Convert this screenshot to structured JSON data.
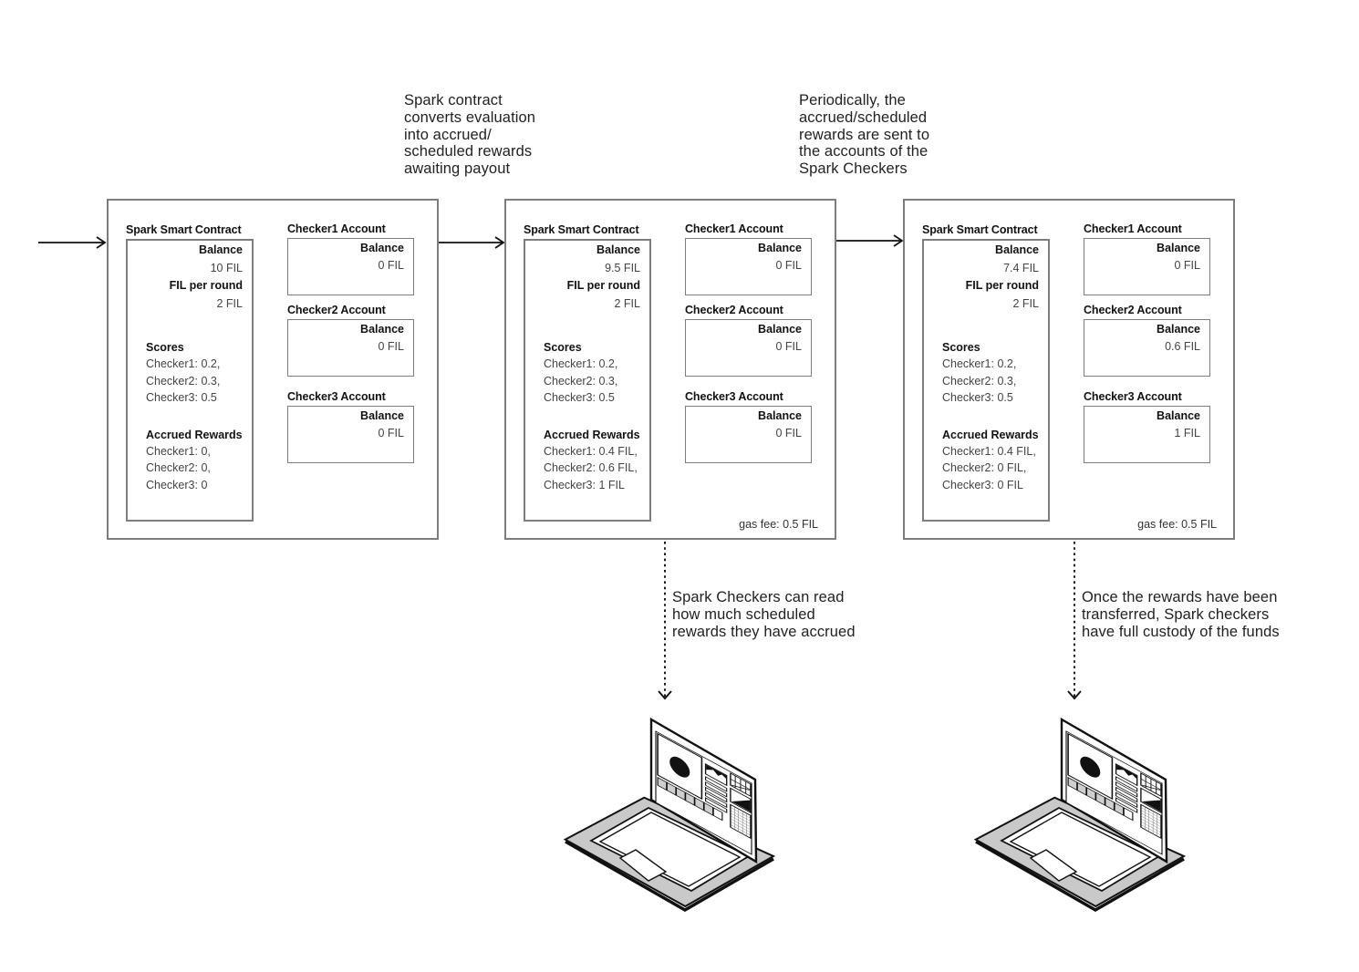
{
  "captions": {
    "step1": "Spark contract\nconverts evaluation\ninto accrued/\nscheduled rewards\nawaiting payout",
    "step2": "Periodically, the\naccrued/scheduled\nrewards are sent to\nthe accounts of the\nSpark Checkers",
    "read": "Spark Checkers can read\nhow much scheduled\nrewards they have accrued",
    "custody": "Once the rewards have been\ntransferred, Spark checkers\nhave full custody of the funds"
  },
  "panels": [
    {
      "contract": {
        "title": "Spark Smart Contract",
        "balance_label": "Balance",
        "balance_value": "10 FIL",
        "per_round_label": "FIL per round",
        "per_round_value": "2 FIL",
        "scores_label": "Scores",
        "scores": [
          "Checker1: 0.2,",
          "Checker2: 0.3,",
          "Checker3: 0.5"
        ],
        "accrued_label": "Accrued Rewards",
        "accrued": [
          "Checker1: 0,",
          "Checker2: 0,",
          "Checker3: 0"
        ]
      },
      "accounts": [
        {
          "title": "Checker1 Account",
          "balance_label": "Balance",
          "balance_value": "0 FIL"
        },
        {
          "title": "Checker2 Account",
          "balance_label": "Balance",
          "balance_value": "0 FIL"
        },
        {
          "title": "Checker3 Account",
          "balance_label": "Balance",
          "balance_value": "0 FIL"
        }
      ]
    },
    {
      "contract": {
        "title": "Spark Smart Contract",
        "balance_label": "Balance",
        "balance_value": "9.5 FIL",
        "per_round_label": "FIL per round",
        "per_round_value": "2 FIL",
        "scores_label": "Scores",
        "scores": [
          "Checker1: 0.2,",
          "Checker2: 0.3,",
          "Checker3: 0.5"
        ],
        "accrued_label": "Accrued Rewards",
        "accrued": [
          "Checker1: 0.4 FIL,",
          "Checker2: 0.6 FIL,",
          "Checker3: 1 FIL"
        ]
      },
      "accounts": [
        {
          "title": "Checker1 Account",
          "balance_label": "Balance",
          "balance_value": "0 FIL"
        },
        {
          "title": "Checker2 Account",
          "balance_label": "Balance",
          "balance_value": "0 FIL"
        },
        {
          "title": "Checker3 Account",
          "balance_label": "Balance",
          "balance_value": "0 FIL"
        }
      ],
      "gas_fee": "gas fee: 0.5 FIL"
    },
    {
      "contract": {
        "title": "Spark Smart Contract",
        "balance_label": "Balance",
        "balance_value": "7.4 FIL",
        "per_round_label": "FIL per round",
        "per_round_value": "2 FIL",
        "scores_label": "Scores",
        "scores": [
          "Checker1: 0.2,",
          "Checker2: 0.3,",
          "Checker3: 0.5"
        ],
        "accrued_label": "Accrued Rewards",
        "accrued": [
          "Checker1: 0.4 FIL,",
          "Checker2: 0 FIL,",
          "Checker3: 0 FIL"
        ]
      },
      "accounts": [
        {
          "title": "Checker1 Account",
          "balance_label": "Balance",
          "balance_value": "0 FIL"
        },
        {
          "title": "Checker2 Account",
          "balance_label": "Balance",
          "balance_value": "0.6 FIL"
        },
        {
          "title": "Checker3 Account",
          "balance_label": "Balance",
          "balance_value": "1 FIL"
        }
      ],
      "gas_fee": "gas fee: 0.5 FIL"
    }
  ],
  "icons": {
    "flow_arrow": "arrow-right",
    "payout_arrow": "arrow-down-dashed",
    "laptop": "laptop-isometric"
  },
  "colors": {
    "panel_border": "#7d7d7d",
    "text": "#1c1c1c",
    "laptop_rim": "#c9c9c9",
    "ink": "#111111"
  }
}
